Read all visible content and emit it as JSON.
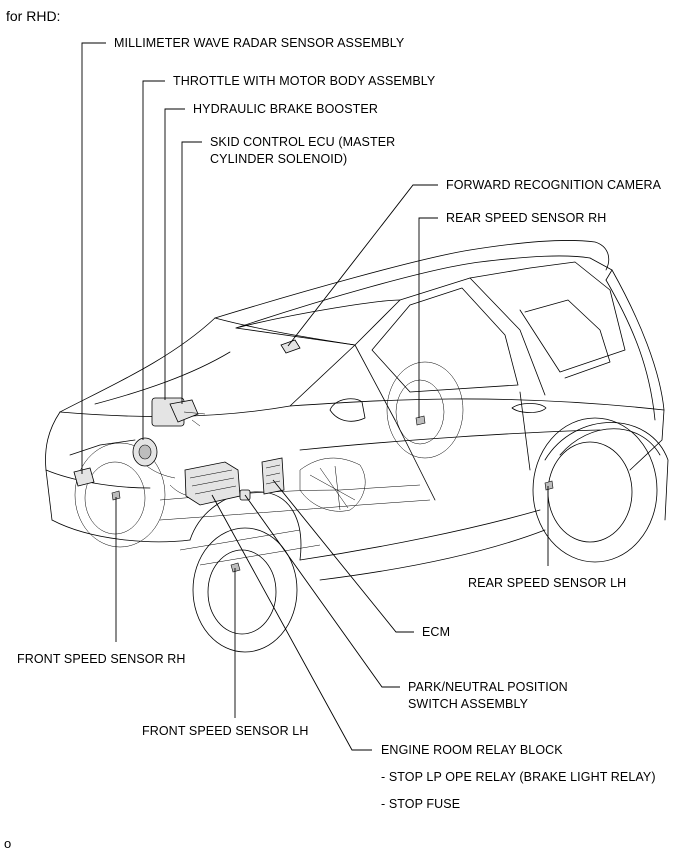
{
  "header": "for RHD:",
  "footer": "o",
  "labels": {
    "millimeter_wave": "MILLIMETER WAVE RADAR SENSOR ASSEMBLY",
    "throttle": "THROTTLE WITH MOTOR BODY ASSEMBLY",
    "brake_booster": "HYDRAULIC BRAKE BOOSTER",
    "skid_ecu_1": "SKID CONTROL ECU (MASTER",
    "skid_ecu_2": "CYLINDER SOLENOID)",
    "forward_camera": "FORWARD RECOGNITION CAMERA",
    "rear_speed_rh": "REAR SPEED SENSOR RH",
    "rear_speed_lh": "REAR SPEED SENSOR LH",
    "ecm": "ECM",
    "front_speed_rh": "FRONT SPEED SENSOR RH",
    "park_neutral_1": "PARK/NEUTRAL POSITION",
    "park_neutral_2": "SWITCH ASSEMBLY",
    "front_speed_lh": "FRONT SPEED SENSOR LH",
    "relay_block": "ENGINE ROOM RELAY BLOCK",
    "stop_relay": "- STOP LP OPE RELAY (BRAKE LIGHT RELAY)",
    "stop_fuse": "- STOP FUSE"
  }
}
